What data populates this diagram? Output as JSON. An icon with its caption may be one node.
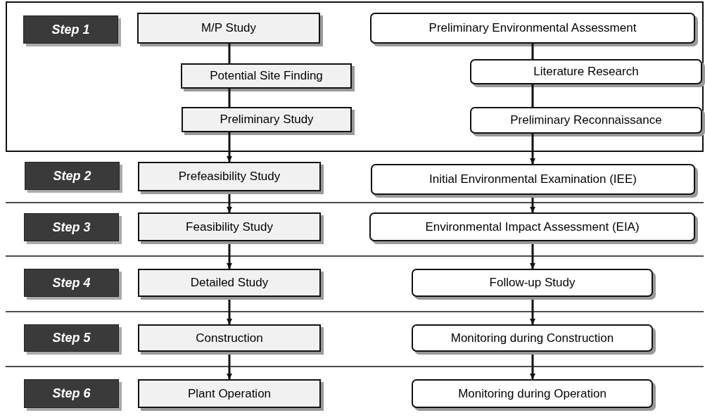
{
  "diagram": {
    "nodes": [
      {
        "text": [],
        "shape": "box"
      },
      {
        "text": [
          "Step 1"
        ],
        "in": 0
      },
      {
        "text": [
          "M/P Study"
        ],
        "in": 0
      },
      {
        "text": [
          "Preliminary Environmental Assessment"
        ],
        "in": 0
      },
      {
        "text": [
          "Potential Site Finding"
        ],
        "in": 0
      },
      {
        "text": [
          "Literature Research"
        ],
        "in": 0
      },
      {
        "text": [
          "Preliminary Study"
        ],
        "in": 0
      },
      {
        "text": [
          "Preliminary Reconnaissance"
        ],
        "in": 0
      },
      {
        "text": [
          "Step 2"
        ]
      },
      {
        "text": [
          "Prefeasibility Study"
        ]
      },
      {
        "text": [
          "Initial Environmental Examination (IEE)"
        ]
      },
      {
        "text": [
          "Step 3"
        ]
      },
      {
        "text": [
          "Feasibility Study"
        ]
      },
      {
        "text": [
          "Environmental Impact Assessment (EIA)"
        ]
      },
      {
        "text": [
          "Step 4"
        ]
      },
      {
        "text": [
          "Detailed Study"
        ]
      },
      {
        "text": [
          "Follow-up Study"
        ]
      },
      {
        "text": [
          "Step 5"
        ]
      },
      {
        "text": [
          "Construction"
        ]
      },
      {
        "text": [
          "Monitoring during Construction"
        ]
      },
      {
        "text": [
          "Step 6"
        ]
      },
      {
        "text": [
          "Plant Operation"
        ]
      },
      {
        "text": [
          "Monitoring during Operation"
        ]
      }
    ],
    "edges": [
      {
        "from": 2,
        "to": 4,
        "arrow": "none"
      },
      {
        "from": 4,
        "to": 6,
        "arrow": "none"
      },
      {
        "from": 6,
        "to": 9,
        "arrow": "to"
      },
      {
        "from": 9,
        "to": 12,
        "arrow": "to"
      },
      {
        "from": 12,
        "to": 15,
        "arrow": "to"
      },
      {
        "from": 15,
        "to": 18,
        "arrow": "to"
      },
      {
        "from": 18,
        "to": 21,
        "arrow": "to"
      },
      {
        "from": 3,
        "to": 5,
        "arrow": "none"
      },
      {
        "from": 5,
        "to": 7,
        "arrow": "none"
      },
      {
        "from": 7,
        "to": 10,
        "arrow": "to"
      },
      {
        "from": 10,
        "to": 13,
        "arrow": "to"
      },
      {
        "from": 13,
        "to": 16,
        "arrow": "to"
      },
      {
        "from": 16,
        "to": 19,
        "arrow": "to"
      },
      {
        "from": 19,
        "to": 22,
        "arrow": "to"
      }
    ]
  }
}
